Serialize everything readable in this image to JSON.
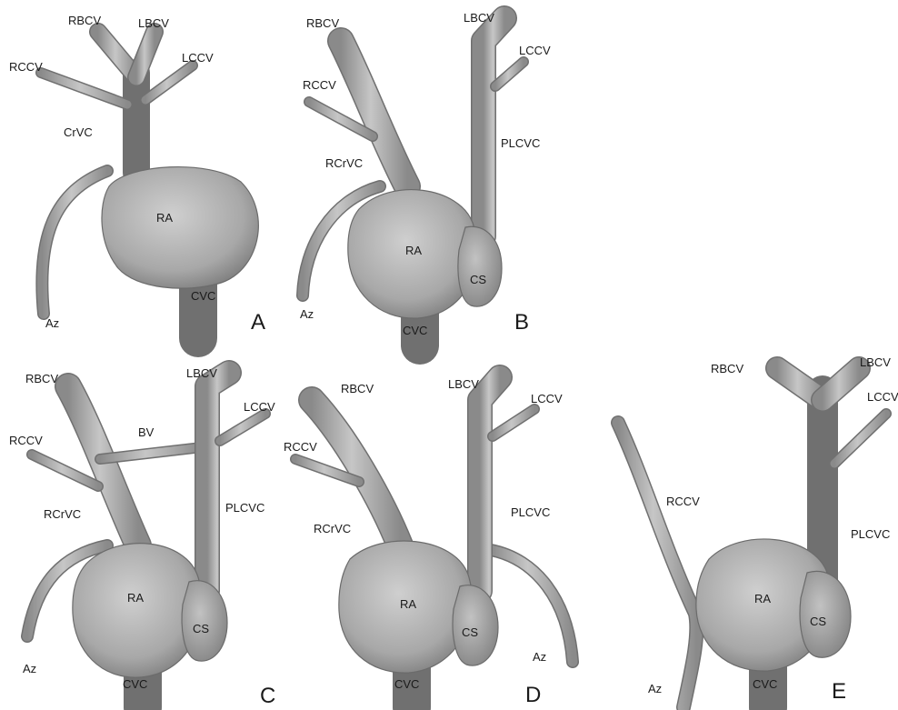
{
  "colors": {
    "vessel_light": "#c4c4c4",
    "vessel_mid": "#a3a3a3",
    "vessel_dark": "#7d7d7d",
    "background": "#ffffff",
    "text": "#1a1a1a"
  },
  "panels": {
    "A": {
      "letter": "A",
      "labels": {
        "rbcv": "RBCV",
        "lbcv": "LBCV",
        "rccv": "RCCV",
        "lccv": "LCCV",
        "crvc": "CrVC",
        "ra": "RA",
        "cvc": "CVC",
        "az": "Az"
      }
    },
    "B": {
      "letter": "B",
      "labels": {
        "rbcv": "RBCV",
        "lbcv": "LBCV",
        "lccv": "LCCV",
        "rccv": "RCCV",
        "plcvc": "PLCVC",
        "rcrvc": "RCrVC",
        "ra": "RA",
        "cs": "CS",
        "az": "Az",
        "cvc": "CVC"
      }
    },
    "C": {
      "letter": "C",
      "labels": {
        "rbcv": "RBCV",
        "lbcv": "LBCV",
        "lccv": "LCCV",
        "bv": "BV",
        "rccv": "RCCV",
        "rcrvc": "RCrVC",
        "plcvc": "PLCVC",
        "ra": "RA",
        "cs": "CS",
        "az": "Az",
        "cvc": "CVC"
      }
    },
    "D": {
      "letter": "D",
      "labels": {
        "rbcv": "RBCV",
        "lbcv": "LBCV",
        "lccv": "LCCV",
        "rccv": "RCCV",
        "rcrvc": "RCrVC",
        "plcvc": "PLCVC",
        "ra": "RA",
        "cs": "CS",
        "az": "Az",
        "cvc": "CVC"
      }
    },
    "E": {
      "letter": "E",
      "labels": {
        "rbcv": "RBCV",
        "lbcv": "LBCV",
        "lccv": "LCCV",
        "rccv": "RCCV",
        "plcvc": "PLCVC",
        "ra": "RA",
        "cs": "CS",
        "az": "Az",
        "cvc": "CVC"
      }
    }
  }
}
